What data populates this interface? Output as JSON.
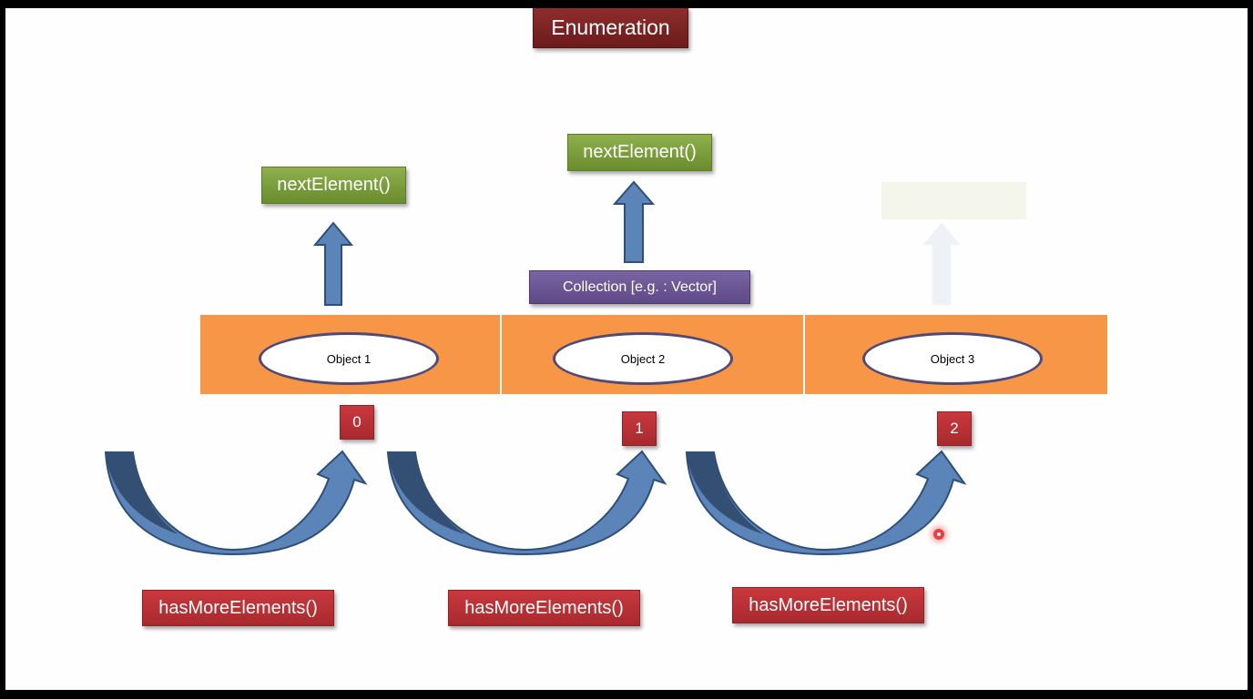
{
  "title": "Enumeration",
  "next_element_labels": [
    "nextElement()",
    "nextElement()",
    "nextElement()"
  ],
  "collection_label": "Collection [e.g. : Vector]",
  "objects": [
    "Object 1",
    "Object 2",
    "Object 3"
  ],
  "indices": [
    "0",
    "1",
    "2"
  ],
  "has_more_labels": [
    "hasMoreElements()",
    "hasMoreElements()",
    "hasMoreElements()"
  ],
  "colors": {
    "title": "#7f2424",
    "next_element": "#77933c",
    "collection": "#6a5594",
    "strip": "#f79646",
    "object_border": "#4f4a78",
    "index": "#c0353a",
    "has_more": "#c0353a",
    "arrow_fill": "#5b84b8",
    "arrow_edge": "#2f4f7a",
    "arrow_dark": "#334f73"
  }
}
